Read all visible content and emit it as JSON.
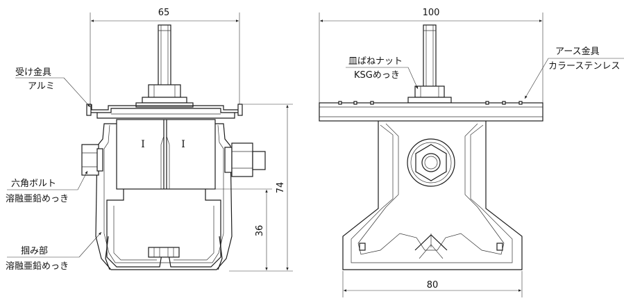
{
  "labels": {
    "receiver_fitting": "受け金具",
    "receiver_material": "アルミ",
    "hex_bolt": "六角ボルト",
    "hex_bolt_finish": "溶融亜鉛めっき",
    "grip_part": "掴み部",
    "grip_finish": "溶融亜鉛めっき",
    "washer_nut": "皿ばねナット",
    "washer_nut_finish": "KSGめっき",
    "earth_fitting": "アース金具",
    "earth_finish": "カラーステンレス",
    "mark_left": "I",
    "mark_right": "I"
  },
  "dimensions": {
    "front_width": "65",
    "side_top_width": "100",
    "side_bottom_width": "80",
    "total_height": "74",
    "grip_height": "36"
  }
}
